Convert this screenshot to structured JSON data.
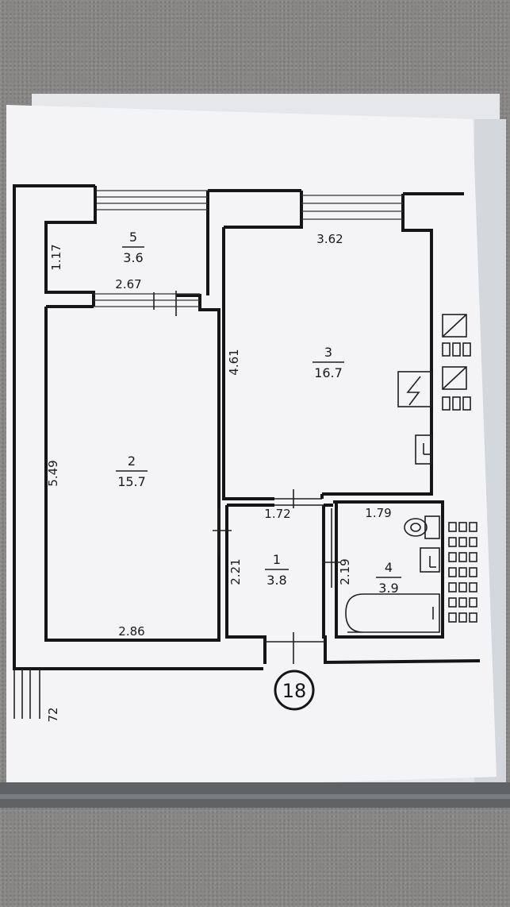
{
  "rooms": [
    {
      "number": "5",
      "area": "3.6"
    },
    {
      "number": "2",
      "area": "15.7"
    },
    {
      "number": "3",
      "area": "16.7"
    },
    {
      "number": "1",
      "area": "3.8"
    },
    {
      "number": "4",
      "area": "3.9"
    }
  ],
  "dimensions": {
    "room5_height": "1.17",
    "room5_width": "2.67",
    "room2_height": "5.49",
    "room2_width": "2.86",
    "room3_width": "3.62",
    "room3_height": "4.61",
    "room1_width": "1.72",
    "room1_height": "2.21",
    "room4_width": "1.79",
    "room4_height": "2.19"
  },
  "apartment_number": "18",
  "corner_mark": "72"
}
